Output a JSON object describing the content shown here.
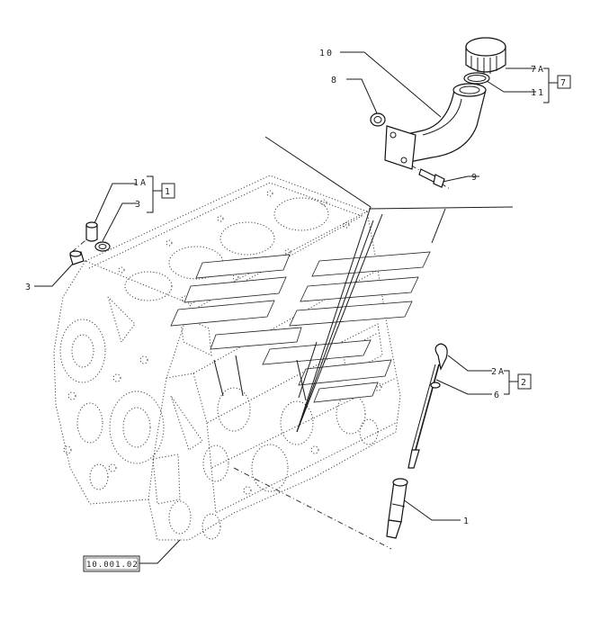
{
  "callouts": {
    "c10": "10",
    "c8": "8",
    "c7a": "7A",
    "c11": "11",
    "g7": "7",
    "c9": "9",
    "c1a": "1A",
    "c3a": "3",
    "g1": "1",
    "c3b": "3",
    "c2a": "2A",
    "c6": "6",
    "g2": "2",
    "c1": "1",
    "ref": "10.001.02"
  }
}
